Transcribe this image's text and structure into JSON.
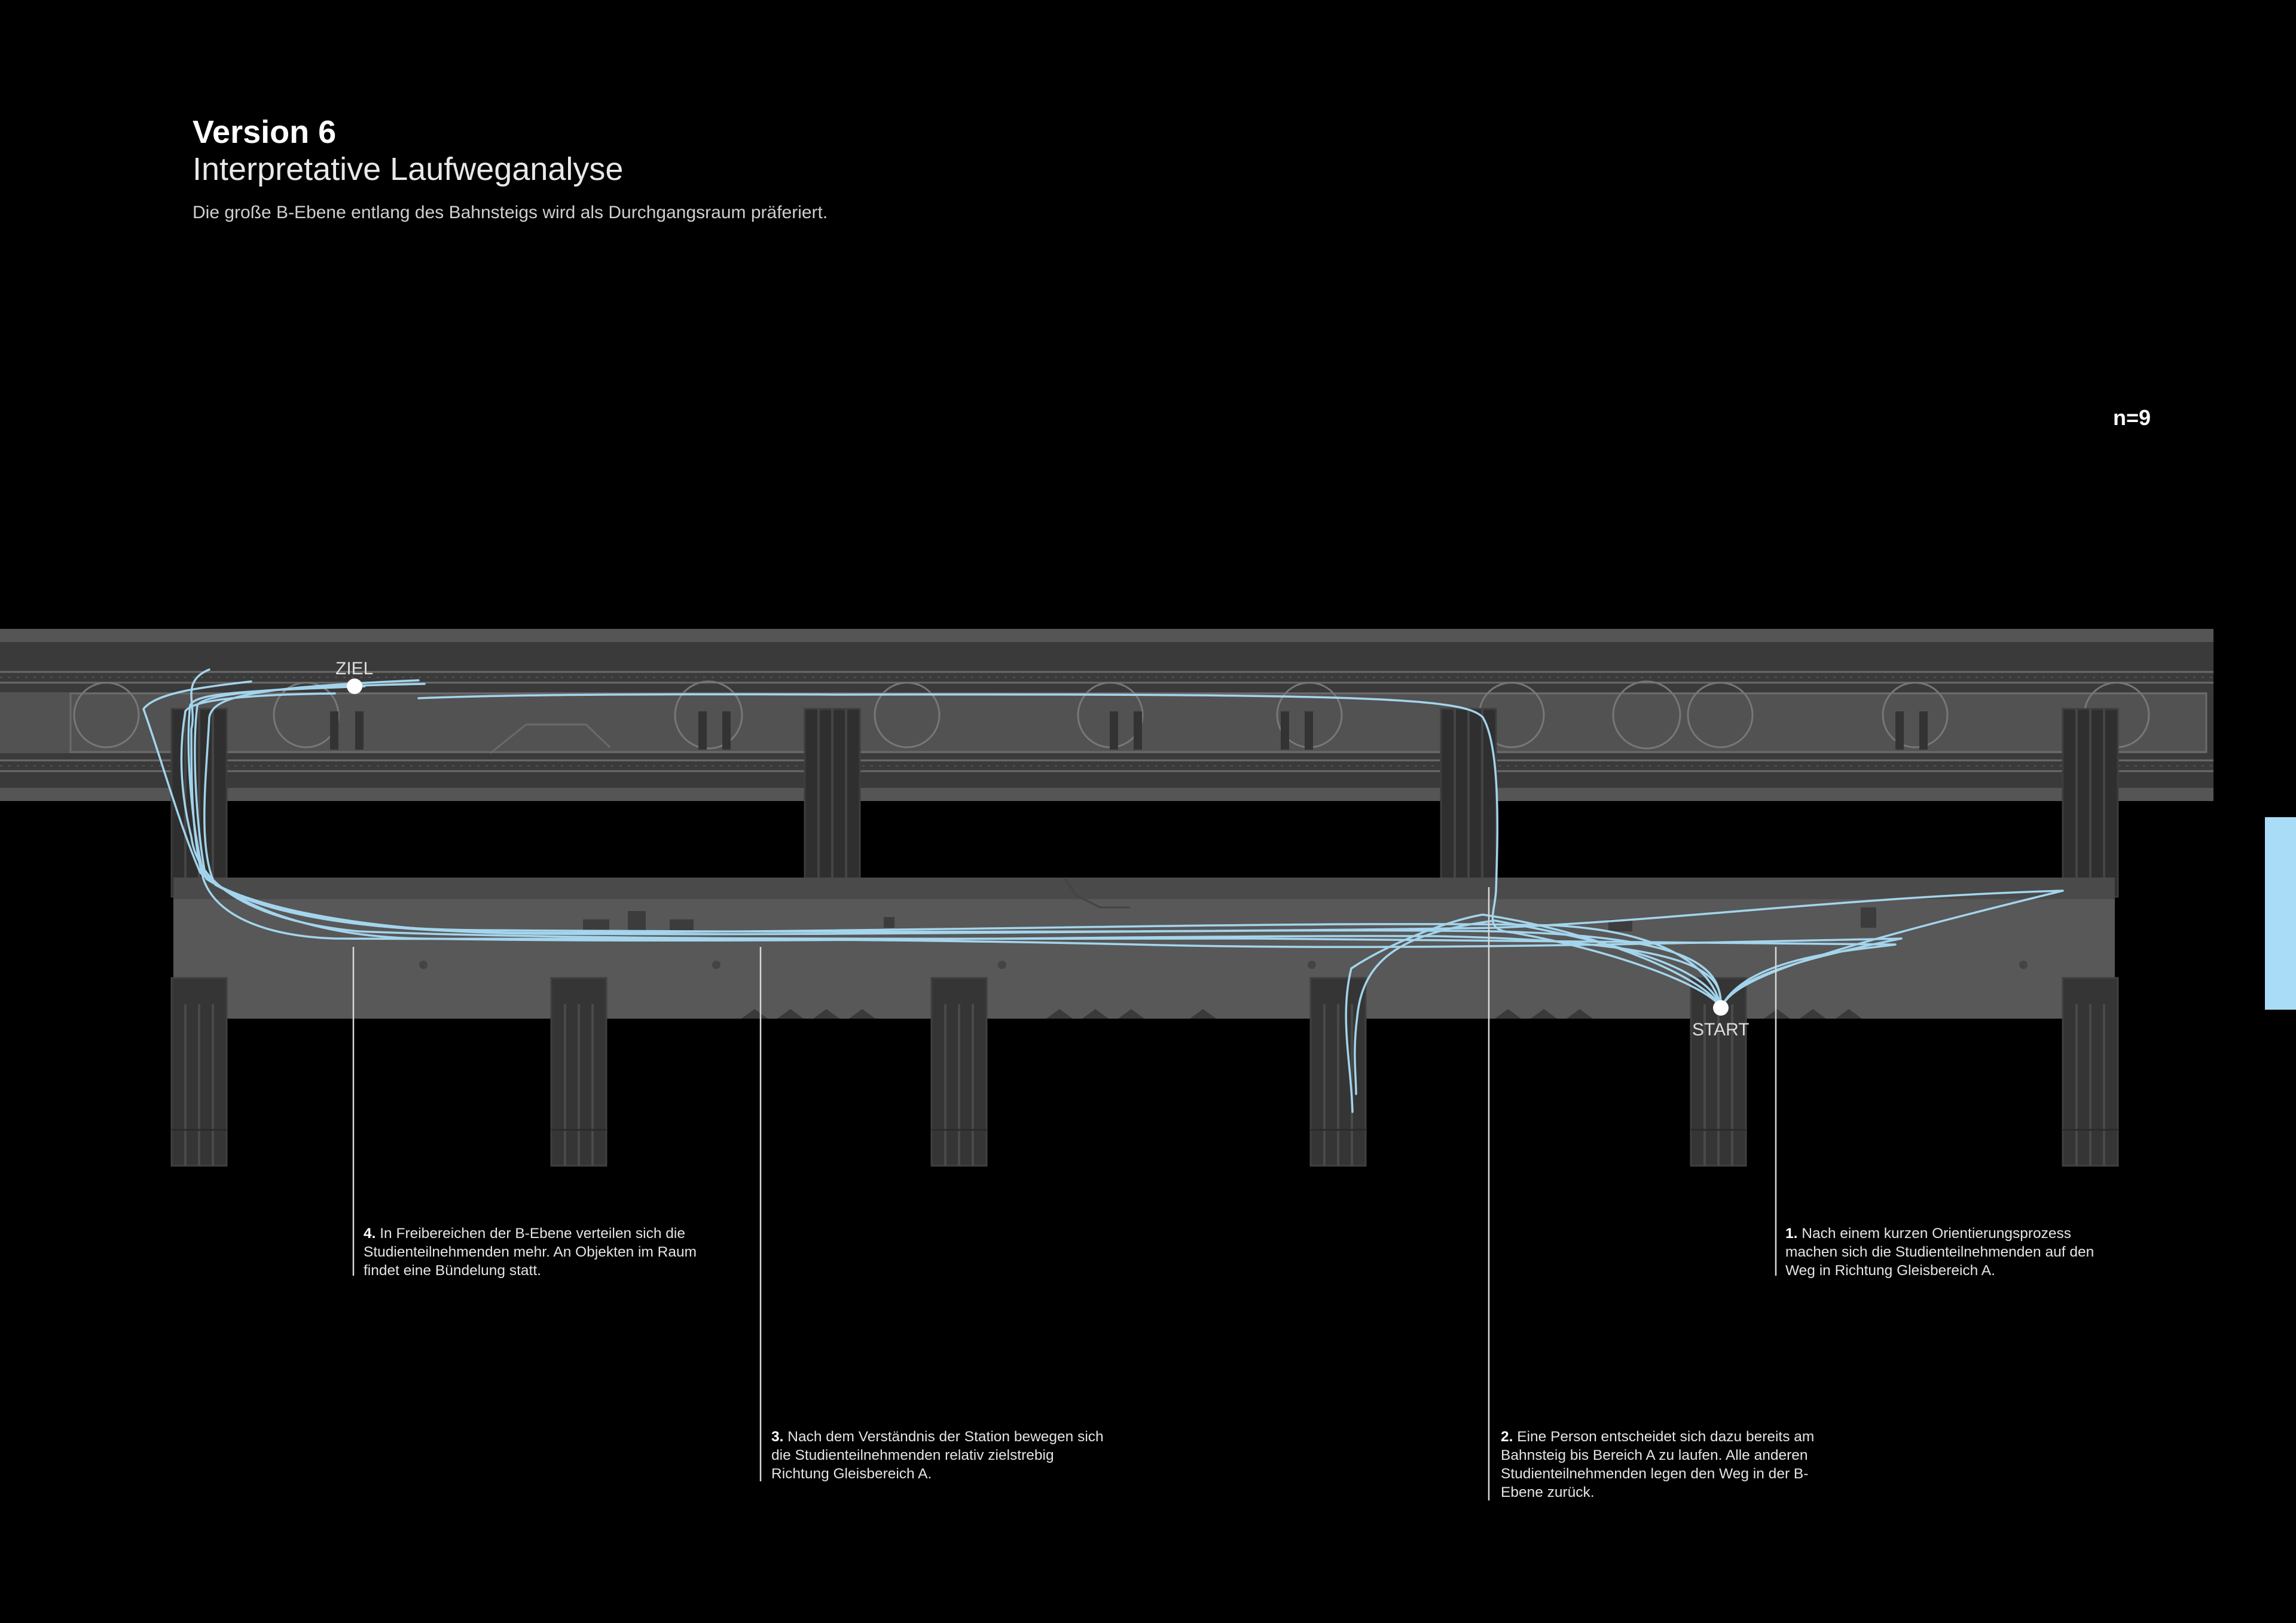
{
  "header": {
    "title": "Version 6",
    "subtitle": "Interpretative Laufweganalyse",
    "description": "Die große B-Ebene entlang des Bahnsteigs wird als Durchgangsraum präferiert."
  },
  "sample_size": "n=9",
  "markers": {
    "goal": "ZIEL",
    "start": "START"
  },
  "annotations": [
    {
      "number": "1.",
      "text": "Nach einem kurzen Orientierungsprozess machen sich die Studienteilnehmenden auf den Weg in Richtung Gleisbereich A."
    },
    {
      "number": "2.",
      "text": "Eine Person entscheidet sich dazu bereits am Bahnsteig bis Bereich A zu laufen. Alle anderen Studienteilnehmenden legen den Weg in der B-Ebene zurück."
    },
    {
      "number": "3.",
      "text": "Nach dem Verständnis der Station bewegen sich die Studienteilnehmenden relativ zielstrebig Richtung Gleisbereich A."
    },
    {
      "number": "4.",
      "text": "In Freibereichen der B-Ebene verteilen sich die Studienteilnehmenden mehr. An Objekten im Raum findet eine Bündelung statt."
    }
  ],
  "colors": {
    "background": "#000000",
    "path": "#a9dcf6",
    "platform": "#4a4a4a",
    "b_level": "#5a5a5a",
    "accent_tab": "#a9dcf6"
  }
}
